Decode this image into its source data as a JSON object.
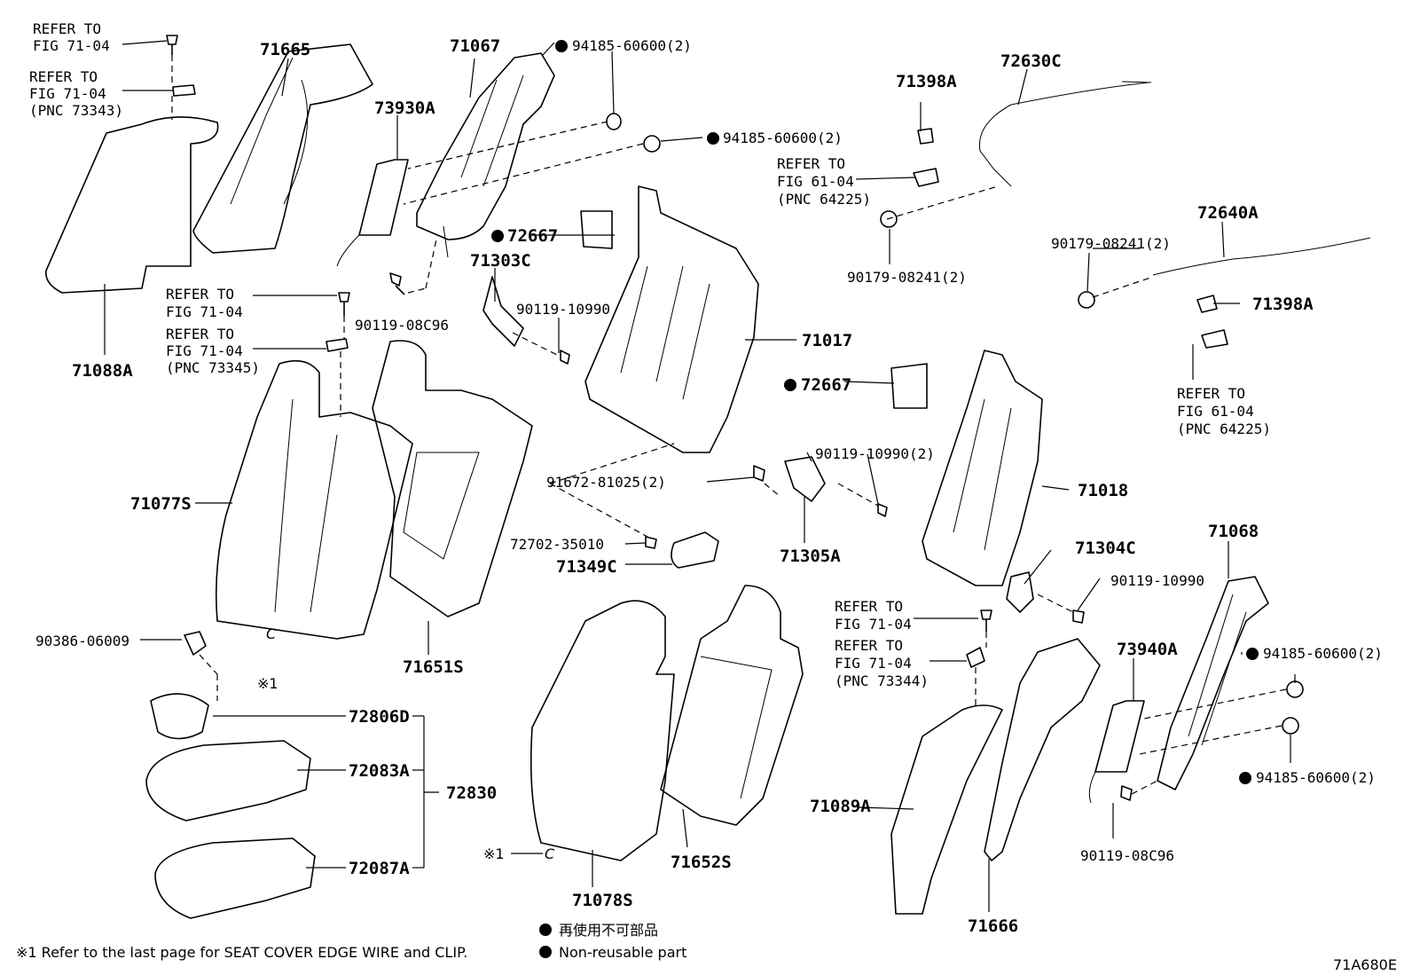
{
  "parts": {
    "p71665": "71665",
    "p71067": "71067",
    "p94185_a": "94185-60600(2)",
    "p94185_b": "94185-60600(2)",
    "p94185_c": "94185-60600(2)",
    "p94185_d": "94185-60600(2)",
    "p73930A": "73930A",
    "p71088A": "71088A",
    "p72667_a": "72667",
    "p72667_b": "72667",
    "p71303C": "71303C",
    "p90119_10990_a": "90119-10990",
    "p90119_10990_b": "90119-10990(2)",
    "p90119_10990_c": "90119-10990",
    "p90119_08C96_a": "90119-08C96",
    "p90119_08C96_b": "90119-08C96",
    "p71017": "71017",
    "p71018": "71018",
    "p71398A_a": "71398A",
    "p71398A_b": "71398A",
    "p72630C": "72630C",
    "p72640A": "72640A",
    "p90179_a": "90179-08241(2)",
    "p90179_b": "90179-08241(2)",
    "p71077S": "71077S",
    "p71651S": "71651S",
    "p91672": "91672-81025(2)",
    "p72702": "72702-35010",
    "p71349C": "71349C",
    "p71305A": "71305A",
    "p71304C": "71304C",
    "p71068": "71068",
    "p73940A": "73940A",
    "p90386": "90386-06009",
    "p72806D": "72806D",
    "p72083A": "72083A",
    "p72830": "72830",
    "p72087A": "72087A",
    "p71078S": "71078S",
    "p71652S": "71652S",
    "p71089A": "71089A",
    "p71666": "71666"
  },
  "refs": {
    "r1": [
      "REFER TO",
      "FIG 71-04"
    ],
    "r2": [
      "REFER TO",
      "FIG 71-04",
      "(PNC 73343)"
    ],
    "r3": [
      "REFER TO",
      "FIG 71-04"
    ],
    "r4": [
      "REFER TO",
      "FIG 71-04",
      "(PNC 73345)"
    ],
    "r5": [
      "REFER TO",
      "FIG 61-04",
      "(PNC 64225)"
    ],
    "r6": [
      "REFER TO",
      "FIG 61-04",
      "(PNC 64225)"
    ],
    "r7": [
      "REFER TO",
      "FIG 71-04"
    ],
    "r8": [
      "REFER TO",
      "FIG 71-04",
      "(PNC 73344)"
    ]
  },
  "marks": {
    "star1_a": "※1",
    "star1_b": "※1",
    "c_a": "C",
    "c_b": "C"
  },
  "footer": {
    "note": "※1 Refer to the last page for SEAT COVER EDGE WIRE and CLIP.",
    "legend_jp": "再使用不可部品",
    "legend_en": "Non-reusable part",
    "code": "71A680E"
  }
}
